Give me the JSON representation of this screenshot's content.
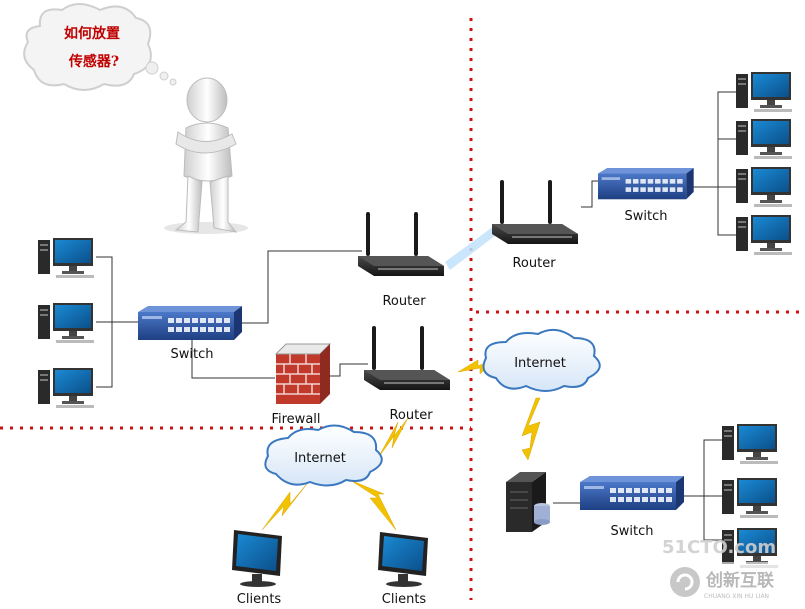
{
  "thought_bubble": {
    "line1": "如何放置",
    "line2": "传感器?"
  },
  "labels": {
    "router_top": "Router",
    "router_mid": "Router",
    "router_tr": "Router",
    "switch_left": "Switch",
    "switch_tr": "Switch",
    "switch_br": "Switch",
    "firewall": "Firewall",
    "internet_left": "Internet",
    "internet_right": "Internet",
    "clients_1": "Clients",
    "clients_2": "Clients"
  },
  "watermark": {
    "site": "51CTO.com",
    "brand": "创新互联",
    "brand_sub": "CHUANG XIN HU LIAN"
  },
  "colors": {
    "divider": "#cc1111",
    "switch": "#2f5aa8",
    "router": "#2b2b2b",
    "lightning": "#f2c200",
    "cloud_edge": "#3a78c0"
  }
}
